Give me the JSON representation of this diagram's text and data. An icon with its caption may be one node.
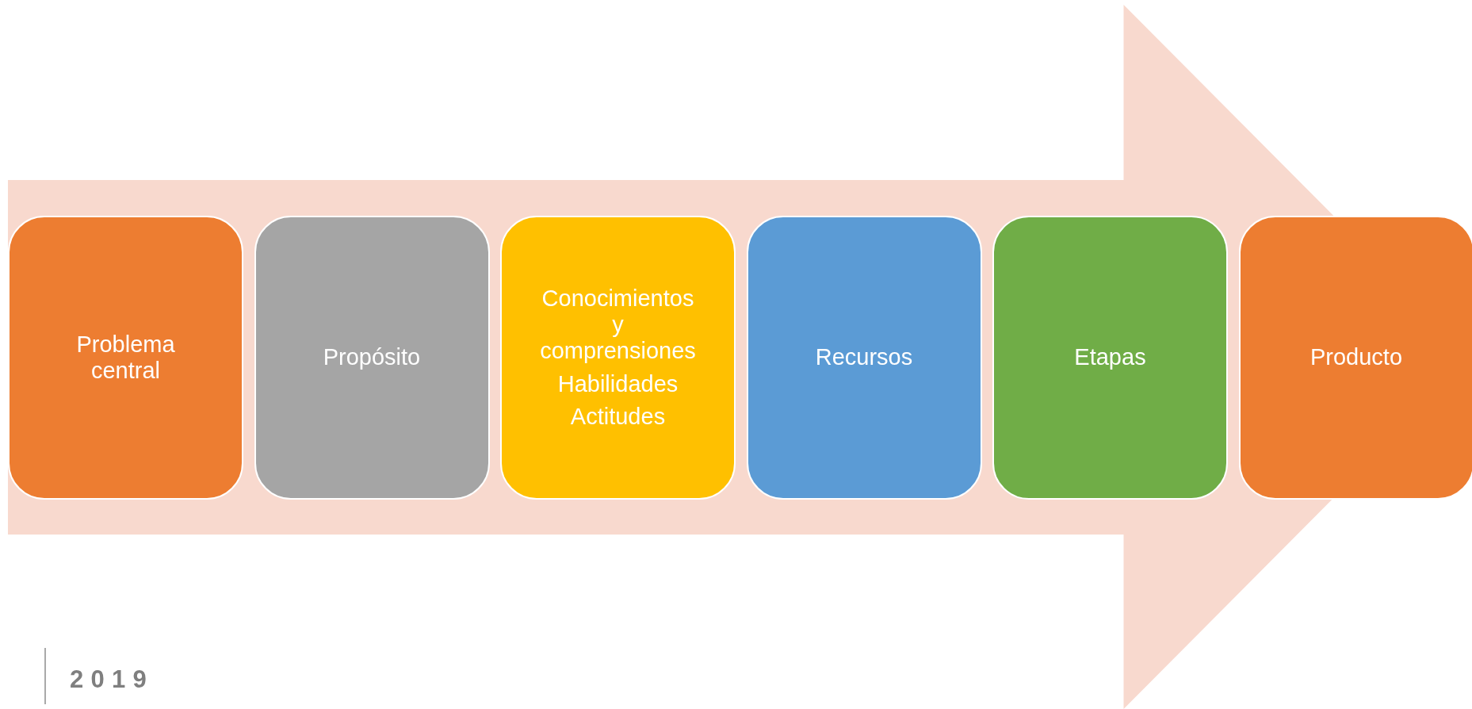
{
  "diagram": {
    "nodes": [
      {
        "text": [
          "Problema central"
        ]
      },
      {
        "text": [
          "Propósito"
        ]
      },
      {
        "text": [
          "Conocimientos y comprensiones",
          "Habilidades",
          "Actitudes"
        ]
      },
      {
        "text": [
          "Recursos"
        ]
      },
      {
        "text": [
          "Etapas"
        ]
      },
      {
        "text": [
          "Producto"
        ]
      }
    ],
    "edges": [
      {
        "from": 0,
        "to": 5,
        "arrow": "to"
      }
    ],
    "labels": [
      "2019"
    ]
  }
}
